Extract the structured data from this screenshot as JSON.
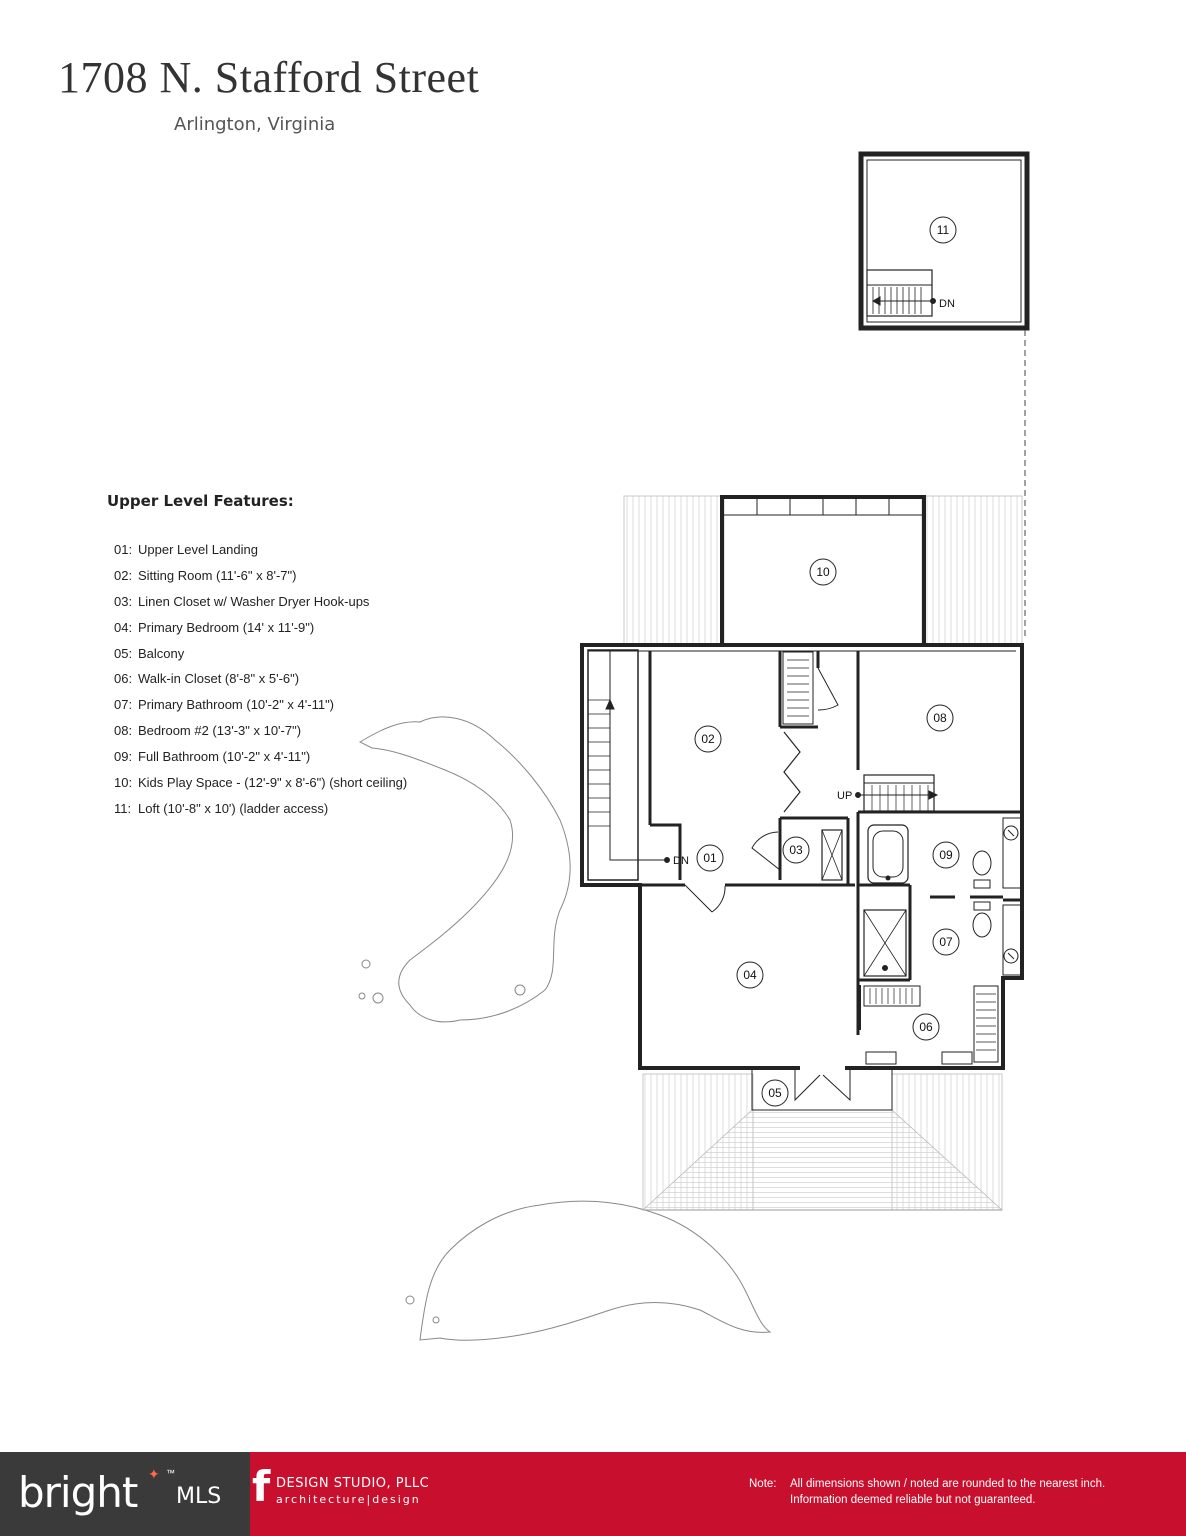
{
  "header": {
    "title_number": "1708",
    "title_street": "N. Stafford Street",
    "subtitle": "Arlington, Virginia"
  },
  "features": {
    "heading": "Upper Level Features:",
    "items": [
      {
        "code": "01:",
        "text": "Upper Level Landing"
      },
      {
        "code": "02:",
        "text": "Sitting Room (11'-6\" x 8'-7\")"
      },
      {
        "code": "03:",
        "text": "Linen Closet w/ Washer Dryer Hook-ups"
      },
      {
        "code": "04:",
        "text": "Primary Bedroom (14' x 11'-9\")"
      },
      {
        "code": "05:",
        "text": "Balcony"
      },
      {
        "code": "06:",
        "text": "Walk-in Closet (8'-8\" x 5'-6\")"
      },
      {
        "code": "07:",
        "text": "Primary Bathroom (10'-2\" x 4'-11\")"
      },
      {
        "code": "08:",
        "text": "Bedroom #2 (13'-3\" x 10'-7\")"
      },
      {
        "code": "09:",
        "text": "Full Bathroom (10'-2\" x 4'-11\")"
      },
      {
        "code": "10:",
        "text": "Kids Play Space - (12'-9\" x 8'-6\") (short ceiling)"
      },
      {
        "code": "11:",
        "text": "Loft (10'-8\" x 10') (ladder access)"
      }
    ]
  },
  "plan": {
    "rooms": {
      "r01": "01",
      "r02": "02",
      "r03": "03",
      "r04": "04",
      "r05": "05",
      "r06": "06",
      "r07": "07",
      "r08": "08",
      "r09": "09",
      "r10": "10",
      "r11": "11"
    },
    "stair_labels": {
      "loft_dn": "DN",
      "landing_dn": "DN",
      "bedroom_up": "UP"
    }
  },
  "footer": {
    "bright_word": "bright",
    "bright_tm": "™",
    "bright_mls": "MLS",
    "studio_mark": "f",
    "studio_name": "DESIGN STUDIO, PLLC",
    "studio_sub": "architecture|design",
    "note_label": "Note:",
    "note_line1": "All dimensions shown / noted are rounded to the nearest inch.",
    "note_line2": "Information deemed reliable but not guaranteed."
  },
  "colors": {
    "footer_red": "#c8102e",
    "bright_gray": "#3a3a3a",
    "line": "#222222"
  }
}
